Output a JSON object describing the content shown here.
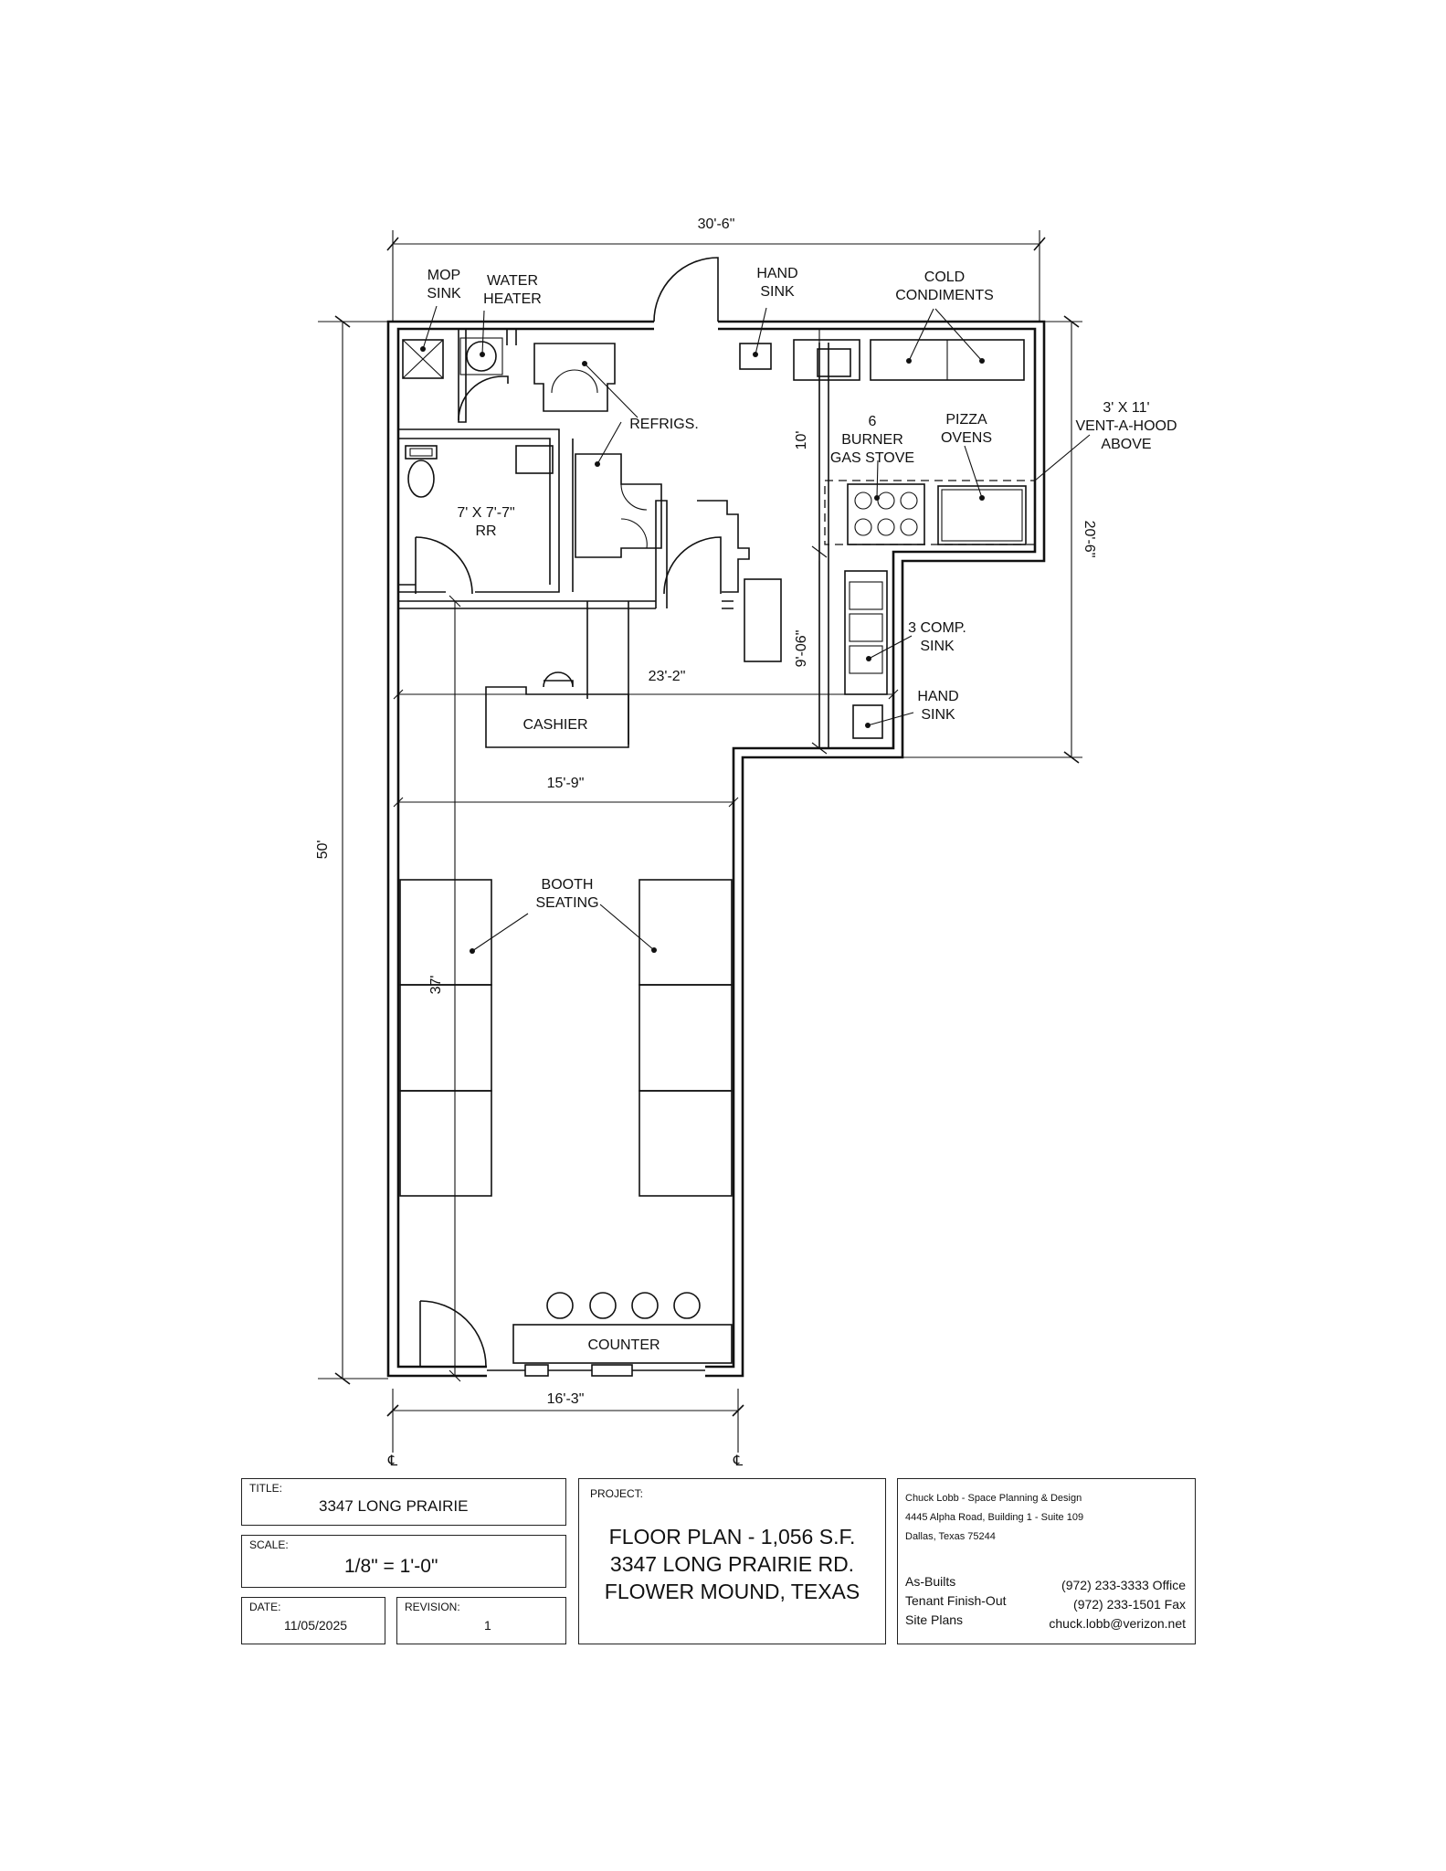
{
  "dimensions": {
    "overall_width": "30'-6\"",
    "overall_depth": "50'",
    "kitchen_depth": "20'-6\"",
    "kitchen_line": "10'",
    "sink_line": "9'-06\"",
    "mid_width": "23'-2\"",
    "dining_width": "15'-9\"",
    "dining_depth": "37'",
    "front_width": "16'-3\""
  },
  "labels": {
    "mop_sink": [
      "MOP",
      "SINK"
    ],
    "water_heater": [
      "WATER",
      "HEATER"
    ],
    "hand_sink_top": [
      "HAND",
      "SINK"
    ],
    "cold_condiments": [
      "COLD",
      "CONDIMENTS"
    ],
    "refrigs": "REFRIGS.",
    "stove": [
      "6",
      "BURNER",
      "GAS STOVE"
    ],
    "pizza_ovens": [
      "PIZZA",
      "OVENS"
    ],
    "vent_hood": [
      "3' X 11'",
      "VENT-A-HOOD",
      "ABOVE"
    ],
    "restroom": [
      "7' X 7'-7\"",
      "RR"
    ],
    "comp_sink": [
      "3 COMP.",
      "SINK"
    ],
    "hand_sink_side": [
      "HAND",
      "SINK"
    ],
    "cashier": "CASHIER",
    "booth_seating": [
      "BOOTH",
      "SEATING"
    ],
    "counter": "COUNTER",
    "centerline": "℄"
  },
  "title_block": {
    "title_caption": "TITLE:",
    "title_value": "3347 LONG PRAIRIE",
    "scale_caption": "SCALE:",
    "scale_value": "1/8\" = 1'-0\"",
    "date_caption": "DATE:",
    "date_value": "11/05/2025",
    "revision_caption": "REVISION:",
    "revision_value": "1",
    "project_caption": "PROJECT:",
    "project_lines": [
      "FLOOR PLAN - 1,056 S.F.",
      "3347 LONG PRAIRIE RD.",
      "FLOWER MOUND, TEXAS"
    ],
    "firm_lines": [
      "Chuck Lobb - Space Planning & Design",
      "4445 Alpha Road, Building 1 - Suite 109",
      "Dallas, Texas 75244"
    ],
    "services": [
      "As-Builts",
      "Tenant Finish-Out",
      "Site Plans"
    ],
    "phone_office": "(972) 233-3333 Office",
    "phone_fax": "(972) 233-1501 Fax",
    "email": "chuck.lobb@verizon.net"
  }
}
